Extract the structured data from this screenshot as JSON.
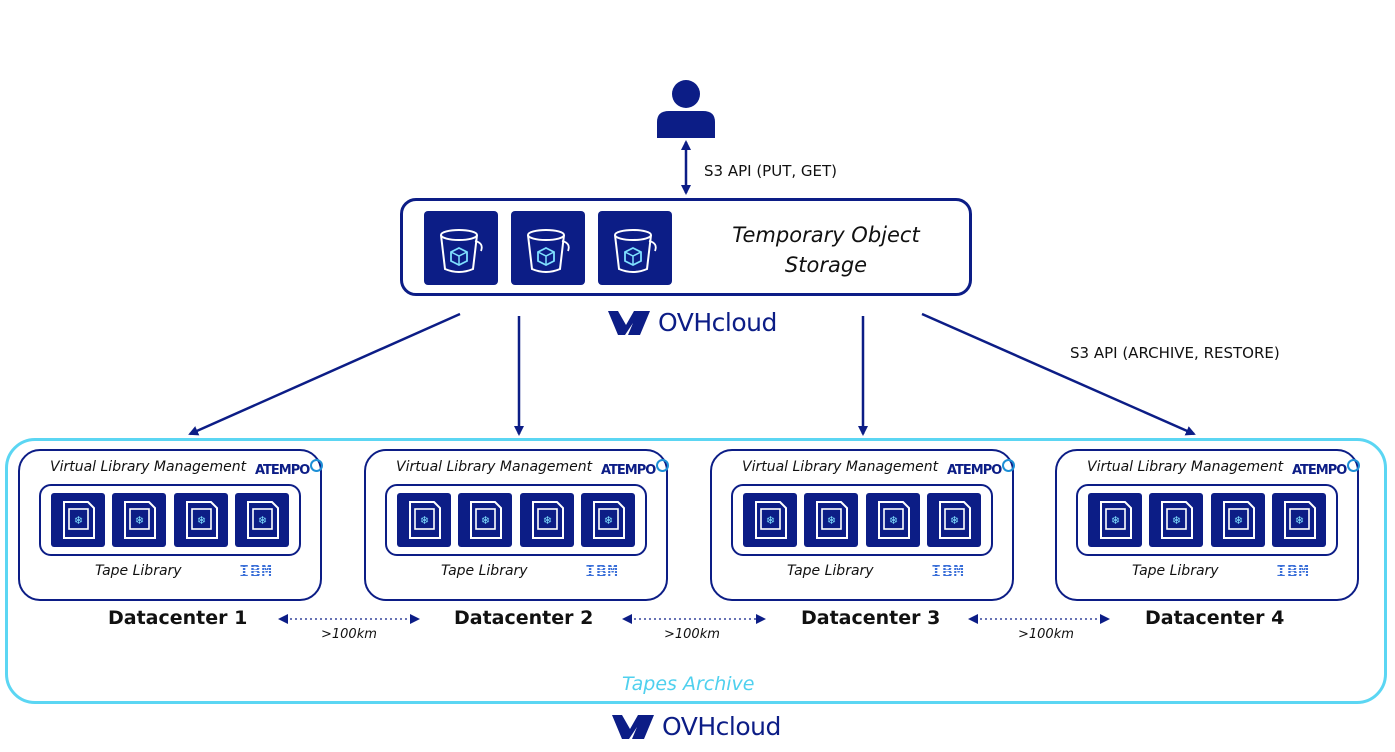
{
  "user_api_label": "S3 API (PUT, GET)",
  "storage": {
    "title_line1": "Temporary Object",
    "title_line2": "Storage",
    "bucket_icon": "bucket-icon",
    "bucket_count": 3
  },
  "brand": {
    "name": "OVHcloud",
    "logo_icon": "ovhcloud-logo-icon"
  },
  "archive_api_label": "S3 API (ARCHIVE, RESTORE)",
  "archive_label": "Tapes Archive",
  "datacenters": [
    {
      "name": "Datacenter 1",
      "management_label": "Virtual Library Management",
      "management_vendor": "ATEMPO",
      "library_label": "Tape Library",
      "library_vendor": "IBM",
      "tape_count": 4
    },
    {
      "name": "Datacenter 2",
      "management_label": "Virtual Library Management",
      "management_vendor": "ATEMPO",
      "library_label": "Tape Library",
      "library_vendor": "IBM",
      "tape_count": 4
    },
    {
      "name": "Datacenter 3",
      "management_label": "Virtual Library Management",
      "management_vendor": "ATEMPO",
      "library_label": "Tape Library",
      "library_vendor": "IBM",
      "tape_count": 4
    },
    {
      "name": "Datacenter 4",
      "management_label": "Virtual Library Management",
      "management_vendor": "ATEMPO",
      "library_label": "Tape Library",
      "library_vendor": "IBM",
      "tape_count": 4
    }
  ],
  "distances": [
    ">100km",
    ">100km",
    ">100km"
  ],
  "colors": {
    "navy": "#0c1d86",
    "cyan": "#5bd6f3",
    "archive_text": "#4fd0ee",
    "icon_cyan": "#7fe0ff"
  }
}
